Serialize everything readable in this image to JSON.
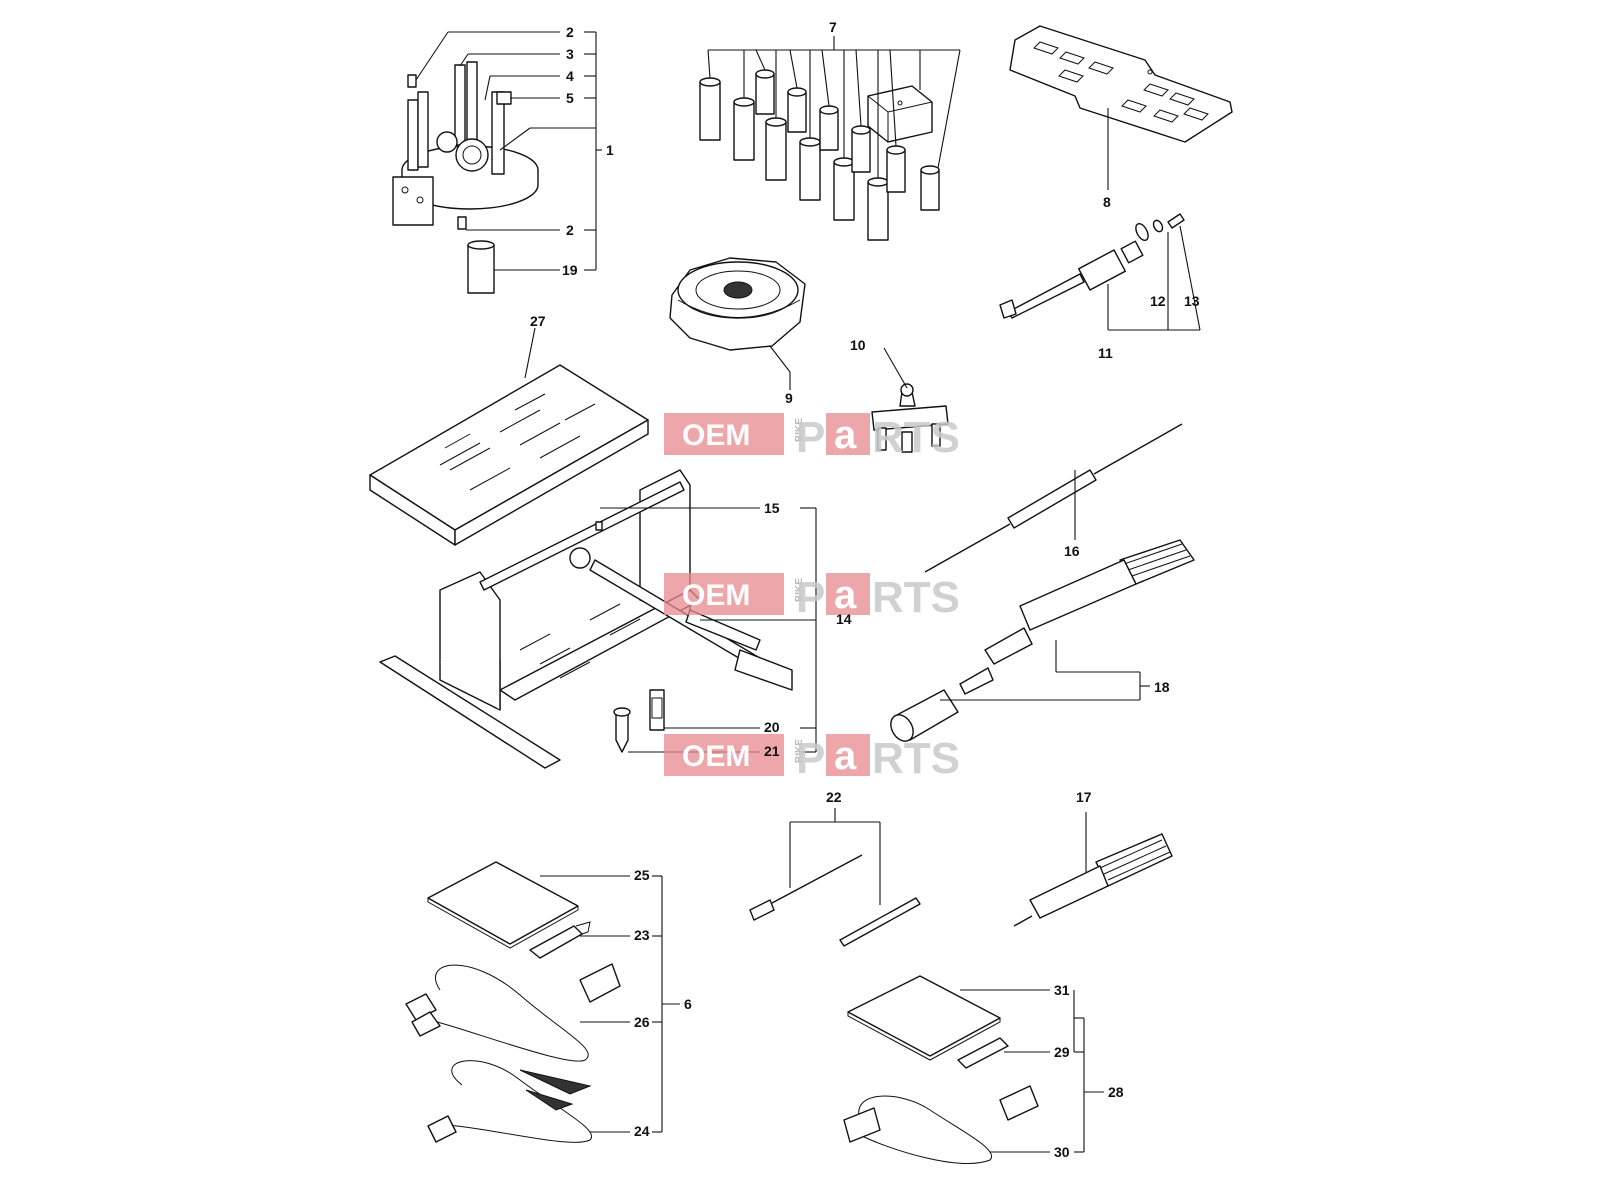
{
  "callouts": {
    "c1": "1",
    "c2a": "2",
    "c2b": "2",
    "c3": "3",
    "c4": "4",
    "c5": "5",
    "c6": "6",
    "c7": "7",
    "c8": "8",
    "c9": "9",
    "c10": "10",
    "c11": "11",
    "c12": "12",
    "c13": "13",
    "c14": "14",
    "c15": "15",
    "c16": "16",
    "c17": "17",
    "c18": "18",
    "c19": "19",
    "c20": "20",
    "c21": "21",
    "c22": "22",
    "c23": "23",
    "c24": "24",
    "c25": "25",
    "c26": "26",
    "c27": "27",
    "c28": "28",
    "c29": "29",
    "c30": "30",
    "c31": "31"
  },
  "watermark": {
    "oem": "OEM",
    "bike": "BIKE",
    "p": "P",
    "a": "a",
    "rts": "RTS"
  }
}
